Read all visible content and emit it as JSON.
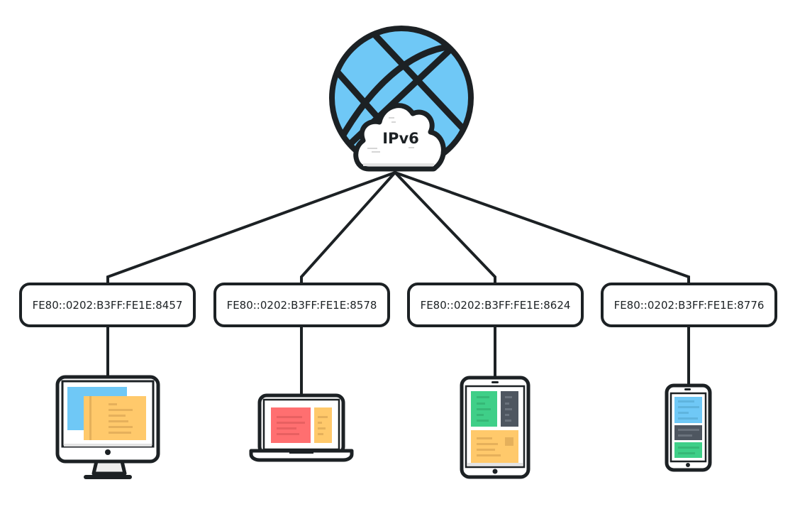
{
  "title": "IPv6 network diagram",
  "network": {
    "label": "IPv6",
    "icon": "globe-cloud-icon",
    "colors": {
      "globe_fill": "#6fc8f6",
      "outline": "#1c2124",
      "cloud_fill": "#ffffff"
    }
  },
  "devices": [
    {
      "address": "FE80::0202:B3FF:FE1E:8457",
      "type": "desktop-monitor",
      "icon": "desktop-monitor-icon"
    },
    {
      "address": "FE80::0202:B3FF:FE1E:8578",
      "type": "laptop",
      "icon": "laptop-icon"
    },
    {
      "address": "FE80::0202:B3FF:FE1E:8624",
      "type": "tablet",
      "icon": "tablet-icon"
    },
    {
      "address": "FE80::0202:B3FF:FE1E:8776",
      "type": "smartphone",
      "icon": "smartphone-icon"
    }
  ],
  "colors": {
    "blue": "#6fc8f6",
    "orange": "#ffc96b",
    "red": "#ff6f70",
    "green": "#3fcf88",
    "slate": "#4e5660",
    "outline": "#1c2124"
  }
}
